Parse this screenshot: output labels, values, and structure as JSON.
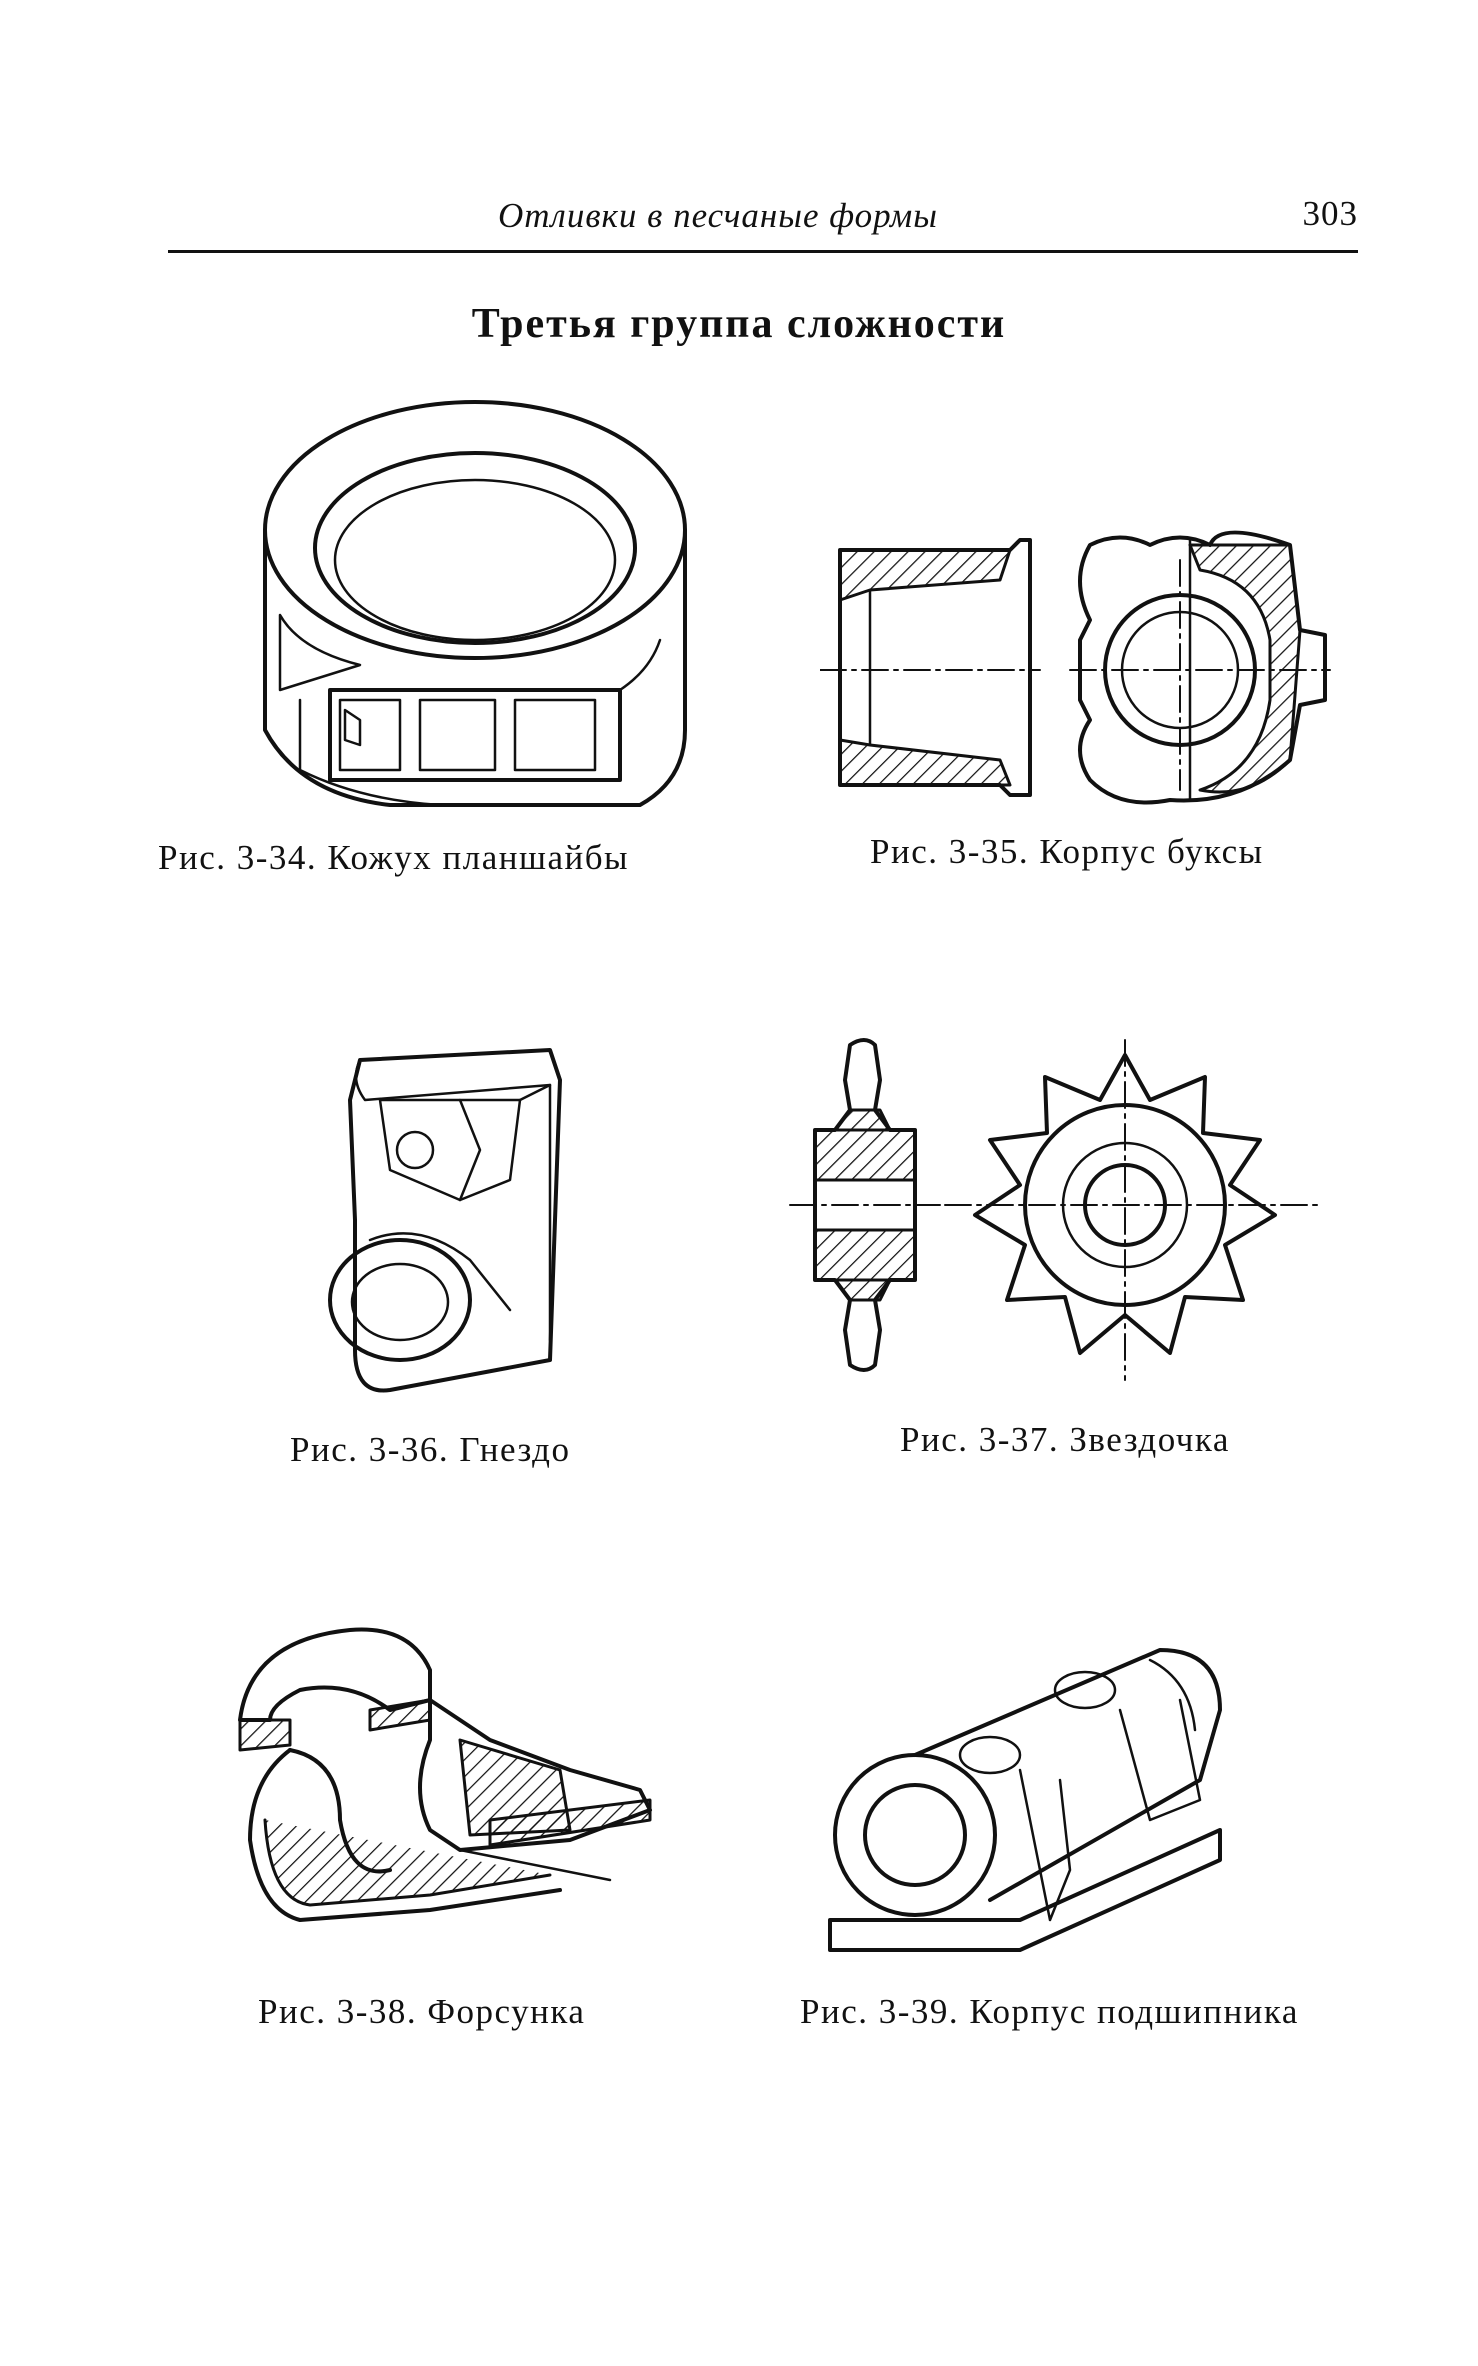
{
  "header": {
    "running_title": "Отливки в песчаные формы",
    "page_number": "303"
  },
  "section_title": "Третья группа сложности",
  "figures": [
    {
      "icon": "plate-cover-drawing",
      "caption": "Рис. 3-34. Кожух планшайбы"
    },
    {
      "icon": "axle-box-housing-drawing",
      "caption": "Рис. 3-35. Корпус буксы"
    },
    {
      "icon": "socket-drawing",
      "caption": "Рис. 3-36. Гнездо"
    },
    {
      "icon": "sprocket-drawing",
      "caption": "Рис. 3-37. Звездочка"
    },
    {
      "icon": "nozzle-drawing",
      "caption": "Рис. 3-38. Форсунка"
    },
    {
      "icon": "bearing-housing-drawing",
      "caption": "Рис. 3-39. Корпус подшипника"
    }
  ]
}
